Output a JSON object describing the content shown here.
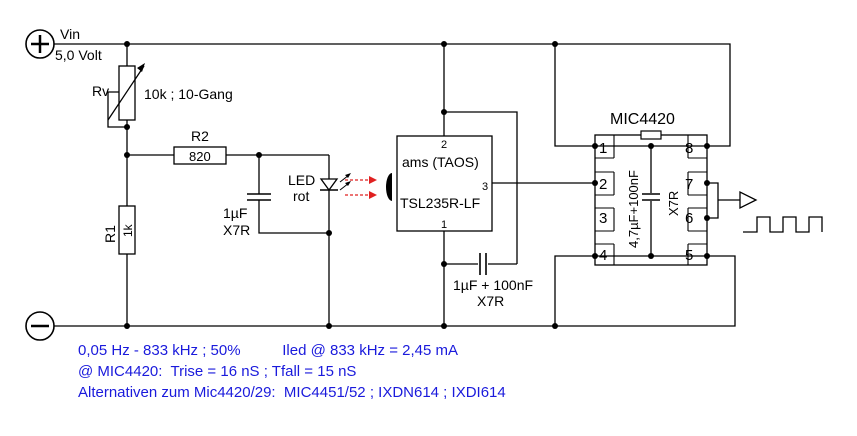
{
  "supply": {
    "plus_symbol": "+",
    "minus_symbol": "−",
    "vin_label": "Vin",
    "vin_value": "5,0 Volt"
  },
  "rv": {
    "name": "Rv",
    "value": "10k ; 10-Gang"
  },
  "r2": {
    "name": "R2",
    "value": "820"
  },
  "r1": {
    "name": "R1",
    "value": "1k"
  },
  "cap_led": {
    "value": "1µF",
    "type": "X7R"
  },
  "led": {
    "line1": "LED",
    "line2": "rot"
  },
  "sensor": {
    "maker": "ams (TAOS)",
    "part": "TSL235R-LF",
    "pin_top": "2",
    "pin_bottom": "1",
    "pin_out": "3"
  },
  "cap_sensor": {
    "value": "1µF + 100nF",
    "type": "X7R"
  },
  "driver": {
    "name": "MIC4420",
    "pins": [
      "1",
      "2",
      "3",
      "4",
      "5",
      "6",
      "7",
      "8"
    ],
    "cap_value": "4,7µF+100nF",
    "cap_type": "X7R"
  },
  "notes": [
    "0,05 Hz - 833 kHz ; 50%          Iled @ 833 kHz = 2,45 mA",
    "@ MIC4420:  Trise = 16 nS ; Tfall = 15 nS",
    "Alternativen zum Mic4420/29:  MIC4451/52 ; IXDN614 ; IXDI614"
  ],
  "colors": {
    "wire": "#000000",
    "note_text": "#1a1adc",
    "light_arrows": "#e02020"
  }
}
